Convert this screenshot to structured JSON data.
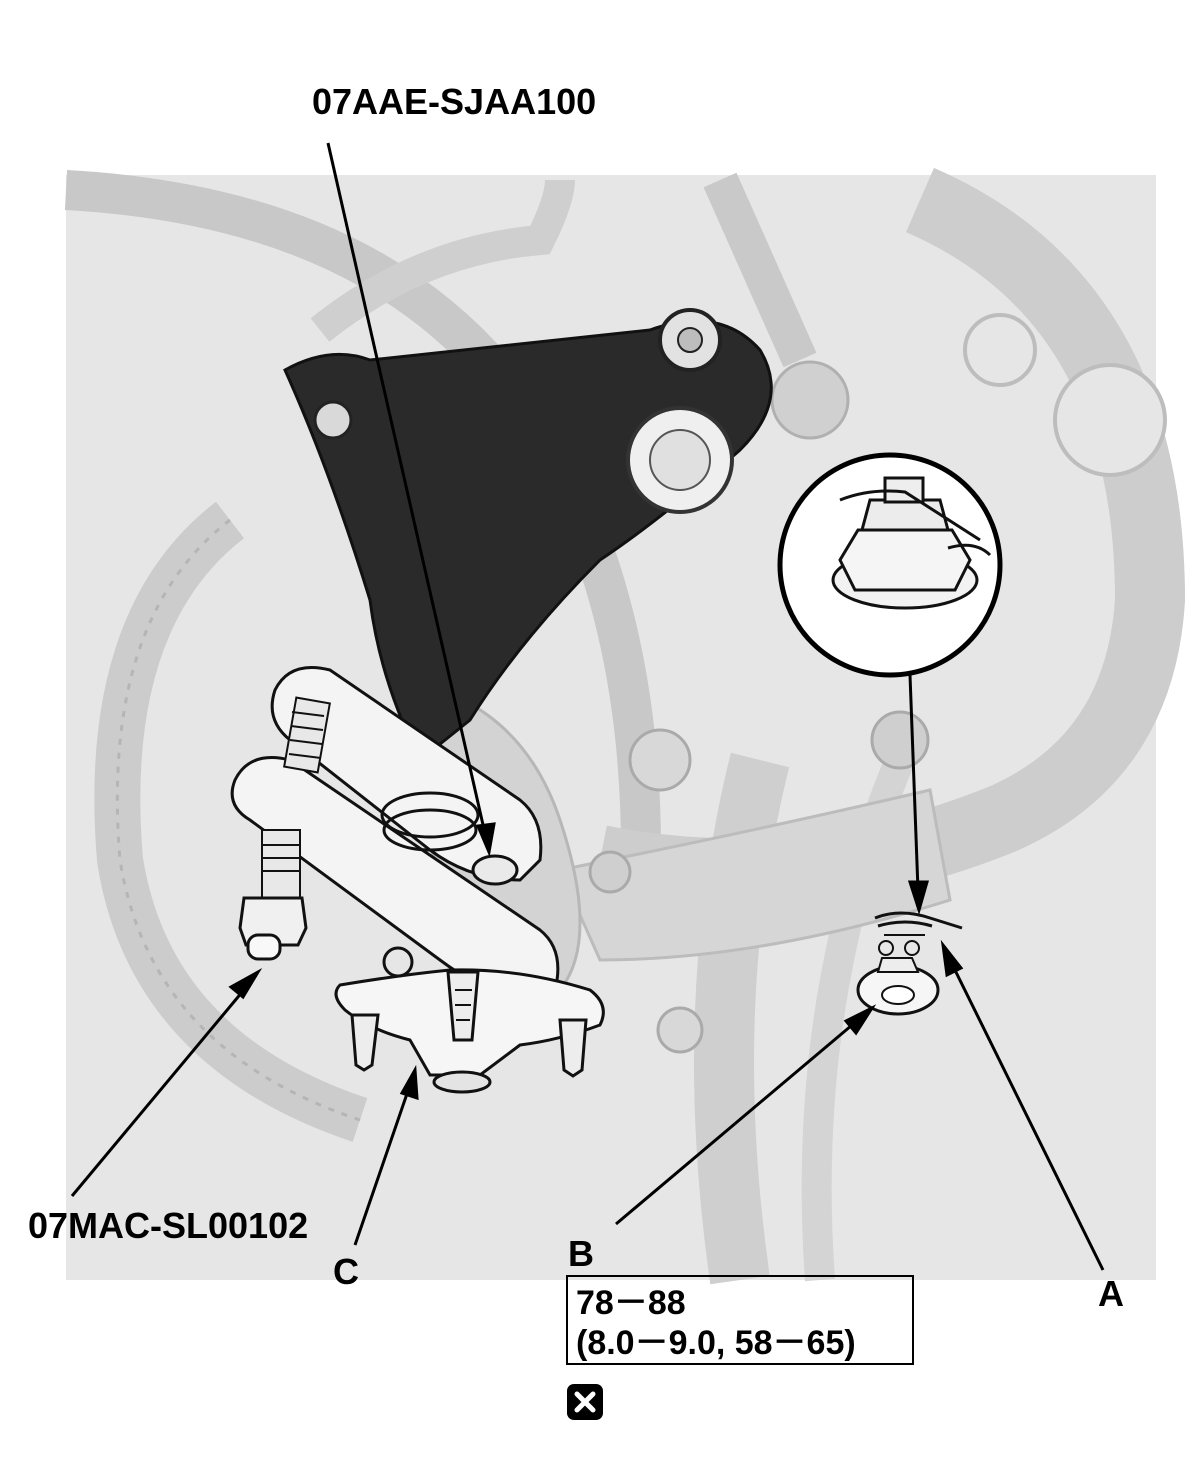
{
  "labels": {
    "tool_top": "07AAE-SJAA100",
    "tool_bottom": "07MAC-SL00102",
    "callout_a": "A",
    "callout_b": "B",
    "callout_c": "C"
  },
  "torque_spec": {
    "line1": "78－88",
    "line2": "(8.0－9.0, 58－65)"
  },
  "icons": {
    "replace": "replace-part-icon"
  },
  "colors": {
    "ink": "#000000",
    "suspension_arm": "#2a2a2a",
    "background_parts": "#d9d9d9",
    "tool_fill": "#f4f4f4"
  }
}
